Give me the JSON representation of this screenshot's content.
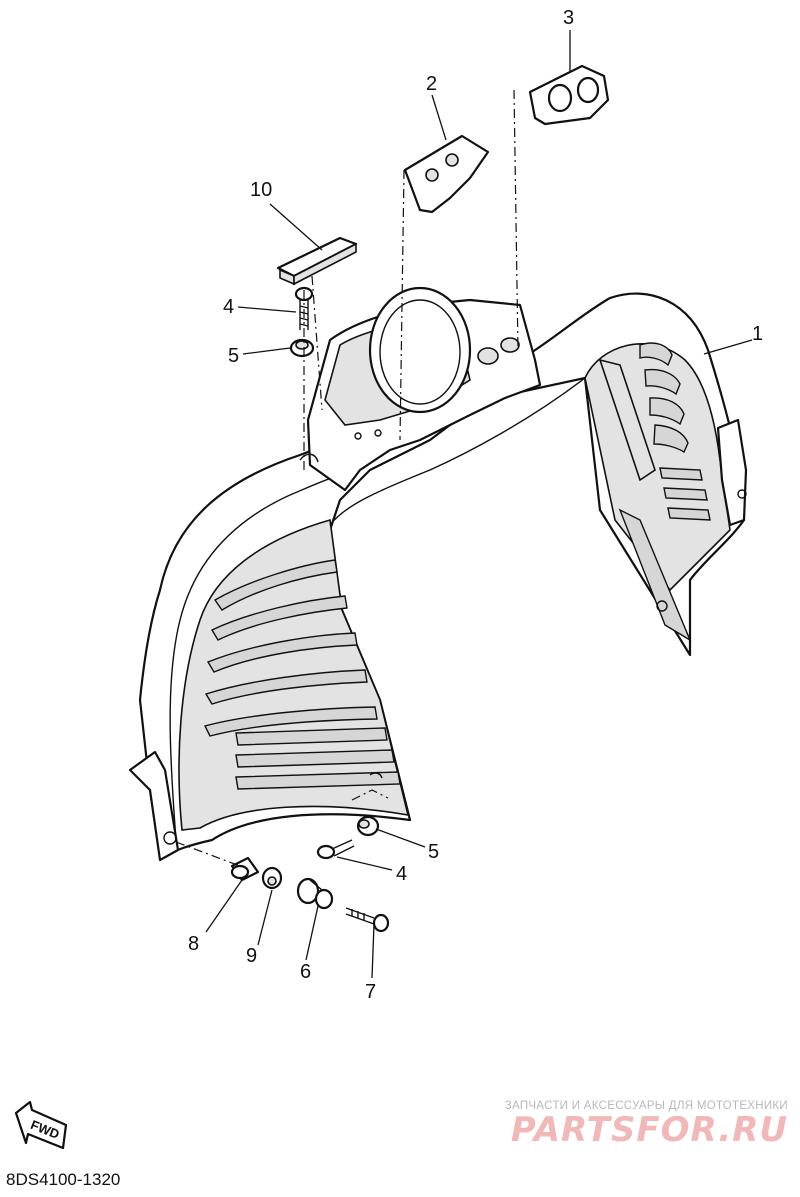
{
  "diagram": {
    "code": "8DS4100-1320",
    "fwd_label": "FWD",
    "callouts": [
      "1",
      "2",
      "3",
      "4",
      "4",
      "5",
      "5",
      "6",
      "7",
      "8",
      "9",
      "10"
    ]
  },
  "watermark": {
    "tagline": "ЗАПЧАСТИ И АКСЕССУАРЫ ДЛЯ МОТОТЕХНИКИ",
    "logo": "PARTSFOR.RU"
  },
  "colors": {
    "line": "#111111",
    "watermark_logo": "#f2b8b8",
    "watermark_text": "#b9b9b9"
  }
}
